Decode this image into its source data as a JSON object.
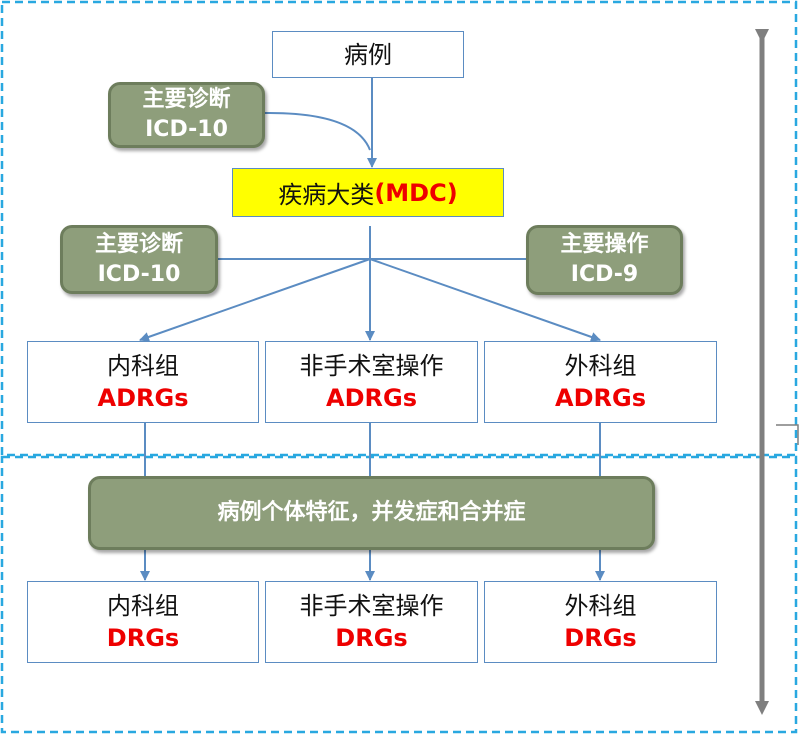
{
  "case": "病例",
  "diag_top": {
    "line1": "主要诊断",
    "line2": "ICD-10"
  },
  "mdc": {
    "prefix": "疾病大类",
    "code": "(MDC)"
  },
  "diag_left": {
    "line1": "主要诊断",
    "line2": "ICD-10"
  },
  "proc_right": {
    "line1": "主要操作",
    "line2": "ICD-9"
  },
  "adrg": [
    {
      "name": "内科组",
      "code": "ADRGs"
    },
    {
      "name": "非手术室操作",
      "code": "ADRGs"
    },
    {
      "name": "外科组",
      "code": "ADRGs"
    }
  ],
  "features": "病例个体特征，并发症和合并症",
  "drg": [
    {
      "name": "内科组",
      "code": "DRGs"
    },
    {
      "name": "非手术室操作",
      "code": "DRGs"
    },
    {
      "name": "外科组",
      "code": "DRGs"
    }
  ],
  "colors": {
    "line": "#5b8cc2",
    "green": "#8e9e7b",
    "yellow": "#ffff00",
    "red": "#ee0000",
    "dashed": "#29a8e0",
    "arrow": "#7f7f7f"
  }
}
